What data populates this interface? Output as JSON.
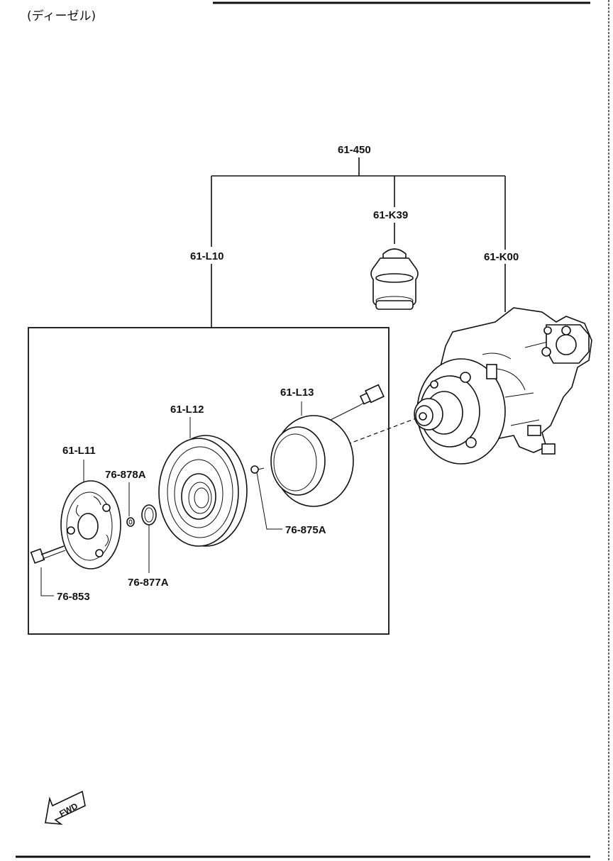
{
  "header": {
    "title": "(ディーゼル)"
  },
  "parts": {
    "assembly": "61-450",
    "oil": "61-K39",
    "clutch_set": "61-L10",
    "compressor": "61-K00",
    "coil": "61-L13",
    "pulley": "61-L12",
    "plate": "61-L11",
    "shim": "76-878A",
    "snap_ring": "76-877A",
    "coil_screw": "76-875A",
    "bolt": "76-853"
  },
  "fwd_label": "FWD"
}
